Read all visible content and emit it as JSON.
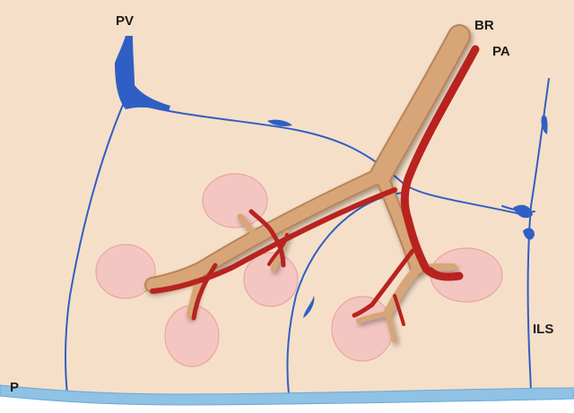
{
  "labels": {
    "pv": "PV",
    "br": "BR",
    "pa": "PA",
    "ils": "ILS",
    "p": "P"
  },
  "colors": {
    "background": "#f6dfc8",
    "vein": "#2f5fc4",
    "artery": "#b8231f",
    "bronchus": "#d7a578",
    "bronchus_edge": "#b98458",
    "alveolus": "#f3c2bf",
    "alveolus_edge": "#e7a6a3",
    "pleura": "#8fc2e4",
    "pleura_edge": "#6aa8d4"
  }
}
